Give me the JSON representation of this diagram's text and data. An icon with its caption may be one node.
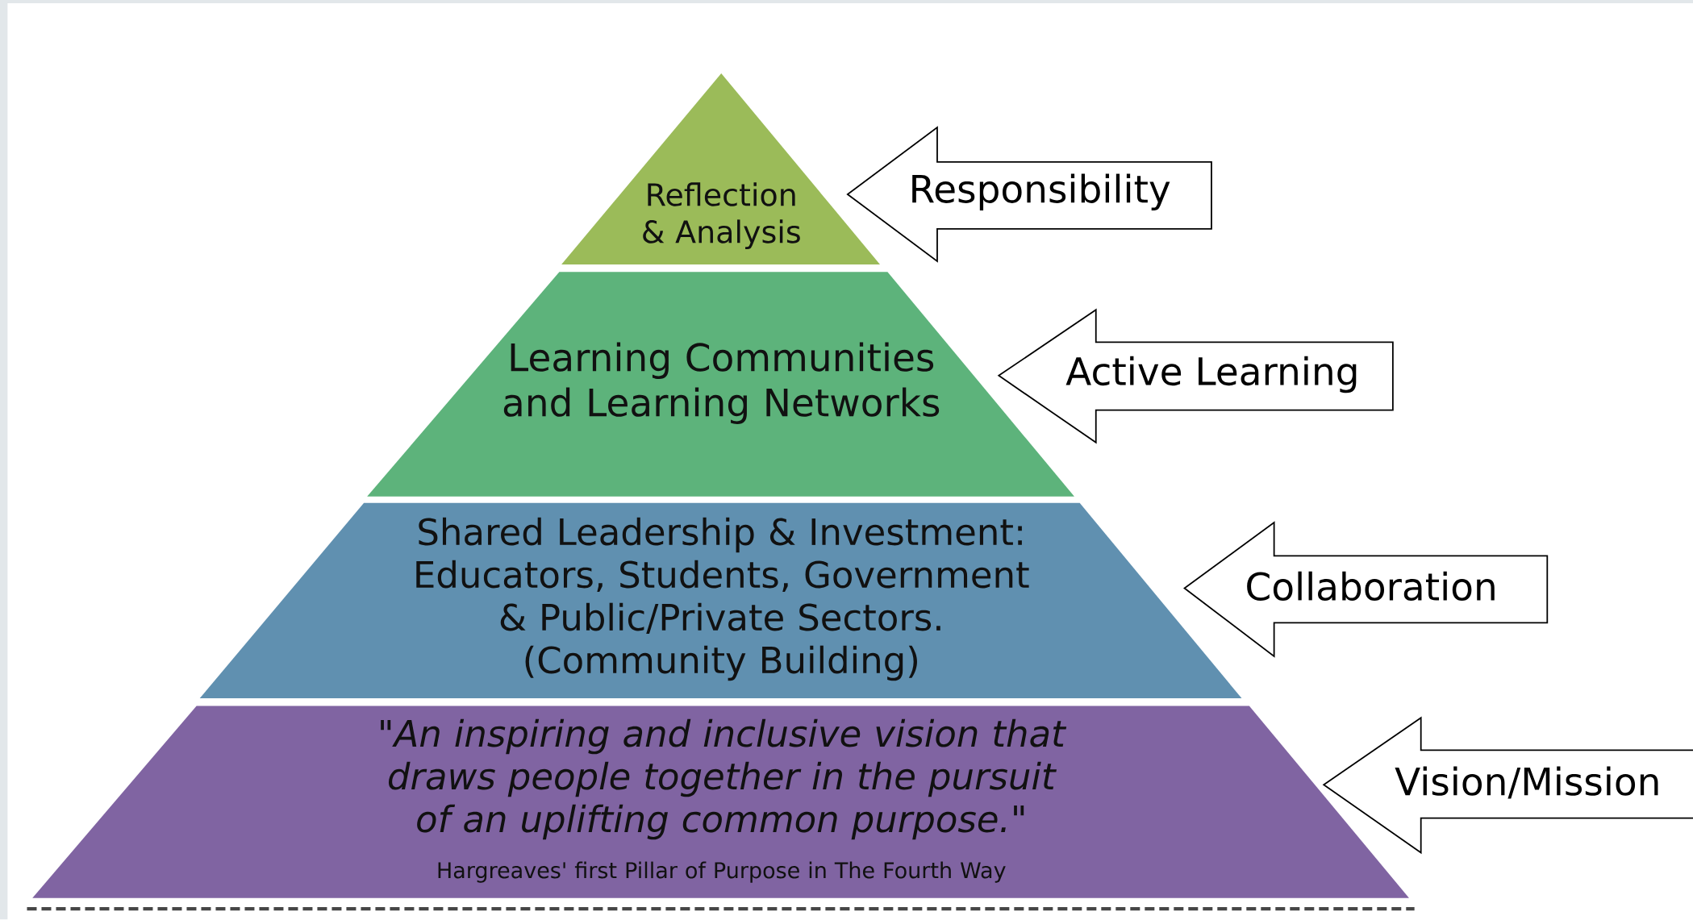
{
  "diagram": {
    "nodes": [
      {
        "text": [
          "Reflection & Analysis"
        ]
      },
      {
        "text": [
          "Learning Communities and Learning Networks"
        ]
      },
      {
        "text": [
          "Shared Leadership & Investment: Educators, Students, Government & Public/Private Sectors. (Community Building)"
        ]
      },
      {
        "text": [
          "\"An inspiring and inclusive vision that draws people together in the pursuit of an uplifting common purpose.\"",
          "Hargreaves' first Pillar of Purpose in The Fourth Way"
        ]
      }
    ],
    "edges": [
      {
        "from": null,
        "to": 0,
        "arrow": "to",
        "label": "Responsibility"
      },
      {
        "from": null,
        "to": 1,
        "arrow": "to",
        "label": "Active Learning"
      },
      {
        "from": null,
        "to": 2,
        "arrow": "to",
        "label": "Collaboration"
      },
      {
        "from": null,
        "to": 3,
        "arrow": "to",
        "label": "Vision/Mission"
      }
    ]
  }
}
